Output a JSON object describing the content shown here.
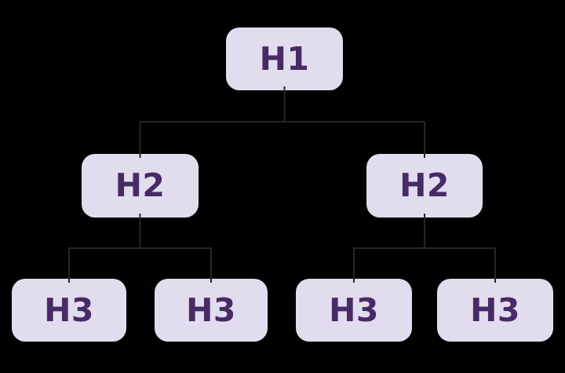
{
  "diagram": {
    "type": "tree",
    "description": "Heading hierarchy tree: one H1 parent, two H2 children, four H3 grandchildren",
    "nodes": [
      {
        "id": "h1",
        "label": "H1",
        "level": 1,
        "parent": null
      },
      {
        "id": "h2-left",
        "label": "H2",
        "level": 2,
        "parent": "h1"
      },
      {
        "id": "h2-right",
        "label": "H2",
        "level": 2,
        "parent": "h1"
      },
      {
        "id": "h3-1",
        "label": "H3",
        "level": 3,
        "parent": "h2-left"
      },
      {
        "id": "h3-2",
        "label": "H3",
        "level": 3,
        "parent": "h2-left"
      },
      {
        "id": "h3-3",
        "label": "H3",
        "level": 3,
        "parent": "h2-right"
      },
      {
        "id": "h3-4",
        "label": "H3",
        "level": 3,
        "parent": "h2-right"
      }
    ],
    "edges": [
      {
        "from": "h1",
        "to": "h2-left"
      },
      {
        "from": "h1",
        "to": "h2-right"
      },
      {
        "from": "h2-left",
        "to": "h3-1"
      },
      {
        "from": "h2-left",
        "to": "h3-2"
      },
      {
        "from": "h2-right",
        "to": "h3-3"
      },
      {
        "from": "h2-right",
        "to": "h3-4"
      }
    ]
  },
  "colors": {
    "background": "#000000",
    "node_fill": "#e2ddee",
    "node_text": "#482a66",
    "connector": "#262626"
  }
}
